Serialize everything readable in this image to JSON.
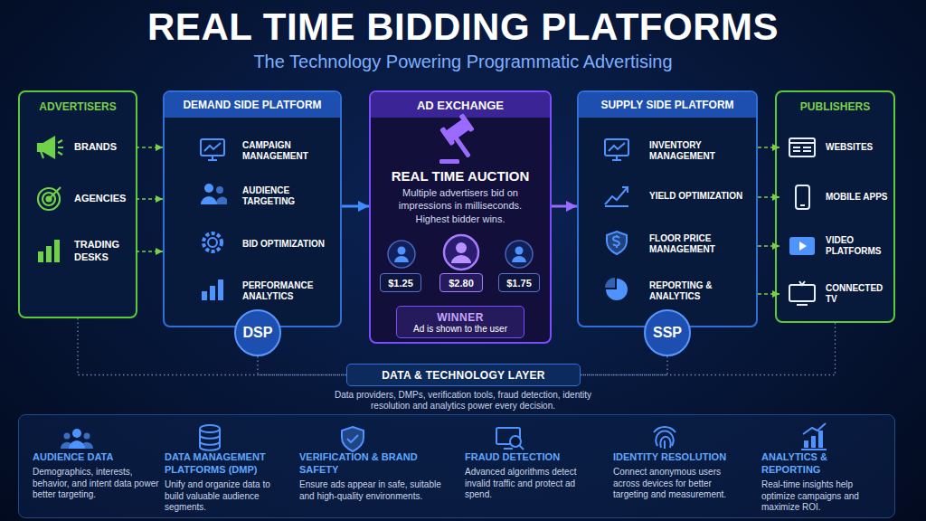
{
  "diagram": {
    "title": "REAL TIME BIDDING PLATFORMS",
    "nodes": [
      {
        "text": [
          "ADVERTISERS"
        ]
      },
      {
        "text": [
          "BRANDS"
        ],
        "in": 0
      },
      {
        "text": [
          "AGENCIES"
        ],
        "in": 0
      },
      {
        "text": [
          "TRADING DESKS"
        ],
        "in": 0
      },
      {
        "text": [
          "DEMAND SIDE PLATFORM",
          "CAMPAIGN MANAGEMENT",
          "AUDIENCE TARGETING",
          "BID OPTIMIZATION",
          "PERFORMANCE ANALYTICS"
        ]
      },
      {
        "text": [
          "DSP"
        ],
        "in": 4
      },
      {
        "text": [
          "AD EXCHANGE",
          "REAL TIME AUCTION",
          "Multiple advertisers bid on impressions in milliseconds. Highest bidder wins."
        ]
      },
      {
        "text": [
          "$1.25"
        ],
        "in": 6
      },
      {
        "text": [
          "$2.80"
        ],
        "in": 6
      },
      {
        "text": [
          "$1.75"
        ],
        "in": 6
      },
      {
        "text": [
          "WINNER",
          "Ad is shown to the user"
        ],
        "in": 6
      },
      {
        "text": [
          "SUPPLY SIDE PLATFORM",
          "INVENTORY MANAGEMENT",
          "YIELD OPTIMIZATION",
          "FLOOR PRICE MANAGEMENT",
          "REPORTING & ANALYTICS"
        ]
      },
      {
        "text": [
          "SSP"
        ],
        "in": 11
      },
      {
        "text": [
          "PUBLISHERS"
        ]
      },
      {
        "text": [
          "WEBSITES"
        ],
        "in": 13
      },
      {
        "text": [
          "MOBILE APPS"
        ],
        "in": 13
      },
      {
        "text": [
          "VIDEO PLATFORMS"
        ],
        "in": 13
      },
      {
        "text": [
          "CONNECTED TV"
        ],
        "in": 13
      },
      {
        "text": [
          "DATA & TECHNOLOGY LAYER"
        ]
      },
      {
        "text": [
          "AUDIENCE DATA",
          "Demographics, interests, behavior, and intent data power better targeting.",
          "DATA MANAGEMENT PLATFORMS (DMP)",
          "Unify and organize data to build valuable audience segments.",
          "VERIFICATION & BRAND SAFETY",
          "Ensure ads appear in safe, suitable and high-quality environments.",
          "FRAUD DETECTION",
          "Advanced algorithms detect invalid traffic and protect ad spend.",
          "IDENTITY RESOLUTION",
          "Connect anonymous users across devices for better targeting and measurement.",
          "ANALYTICS & REPORTING",
          "Real-time insights help optimize campaigns and maximize ROI."
        ]
      }
    ],
    "edges": [
      {
        "from": 1,
        "to": 4,
        "arrow": "to"
      },
      {
        "from": 2,
        "to": 4,
        "arrow": "to"
      },
      {
        "from": 3,
        "to": 4,
        "arrow": "to"
      },
      {
        "from": 4,
        "to": 6,
        "arrow": "to"
      },
      {
        "from": 6,
        "to": 11,
        "arrow": "to"
      },
      {
        "from": 11,
        "to": 14,
        "arrow": "to"
      },
      {
        "from": 11,
        "to": 15,
        "arrow": "to"
      },
      {
        "from": 11,
        "to": 16,
        "arrow": "to"
      },
      {
        "from": 11,
        "to": 17,
        "arrow": "to"
      },
      {
        "from": 0,
        "to": 18,
        "arrow": "none"
      },
      {
        "from": 5,
        "to": 18,
        "arrow": "none"
      },
      {
        "from": 12,
        "to": 18,
        "arrow": "none"
      },
      {
        "from": 13,
        "to": 18,
        "arrow": "none"
      }
    ],
    "labels": [
      "The Technology Powering Programmatic Advertising",
      "Data providers, DMPs, verification tools, fraud detection, identity resolution and analytics power every decision."
    ]
  }
}
